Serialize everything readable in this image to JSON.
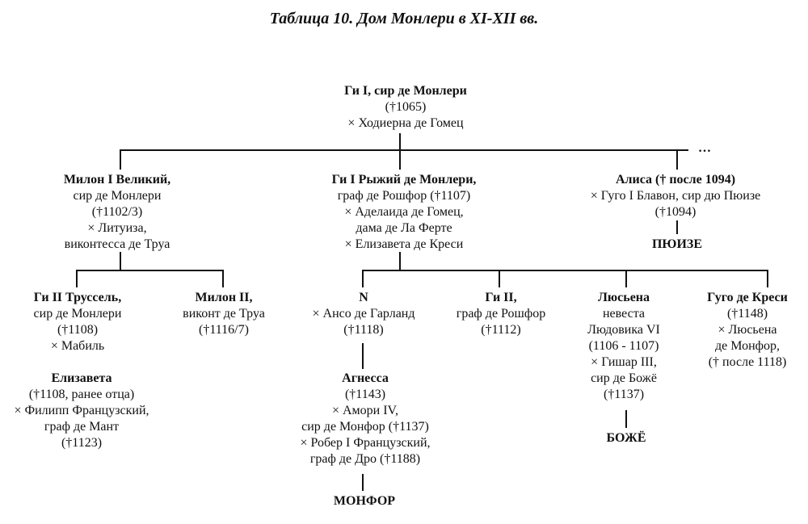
{
  "title": "Таблица 10. Дом Монлери в XI-XII вв.",
  "nodes": {
    "guy1": [
      "Ги I, сир де Монлери",
      "(†1065)",
      "× Ходиерна де Гомец"
    ],
    "ellipsis": "…",
    "milon1": [
      "Милон I Великий,",
      "сир де Монлери",
      "(†1102/3)",
      "× Литуиза,",
      "виконтесса де Труа"
    ],
    "guy_red": [
      "Ги I Рыжий де Монлери,",
      "граф де Рошфор (†1107)",
      "× Аделаида де Гомец,",
      "дама де Ла Ферте",
      "× Елизавета де Креси"
    ],
    "alice": [
      "Алиса († после 1094)",
      "× Гуго I Блавон, сир дю Пюизе",
      "(†1094)"
    ],
    "guy2_trousseau": [
      "Ги II Труссель,",
      "сир де Монлери",
      "(†1108)",
      "× Мабиль"
    ],
    "milon2": [
      "Милон II,",
      "виконт де Труа",
      "(†1116/7)"
    ],
    "n": [
      "N",
      "× Ансо де Гарланд",
      "(†1118)"
    ],
    "guy2": [
      "Ги II,",
      "граф де Рошфор",
      "(†1112)"
    ],
    "lucienne": [
      "Люсьена",
      "невеста",
      "Людовика VI",
      "(1106 - 1107)",
      "× Гишар III,",
      "сир де Божё",
      "(†1137)"
    ],
    "hugo": [
      "Гуго де Креси",
      "(†1148)",
      "× Люсьена",
      "де Монфор,",
      "(† после 1118)"
    ],
    "elizabeth": [
      "Елизавета",
      "(†1108, ранее отца)",
      "× Филипп Французский,",
      "граф де Мант",
      "(†1123)"
    ],
    "agnes": [
      "Агнесса",
      "(†1143)",
      "× Амори IV,",
      "сир де Монфор (†1137)",
      "× Робер I Французский,",
      "граф де Дро (†1188)"
    ]
  },
  "houses": {
    "puiset": "ПЮИЗЕ",
    "beaujeu": "БОЖЁ",
    "montfort": "МОНФОР"
  }
}
